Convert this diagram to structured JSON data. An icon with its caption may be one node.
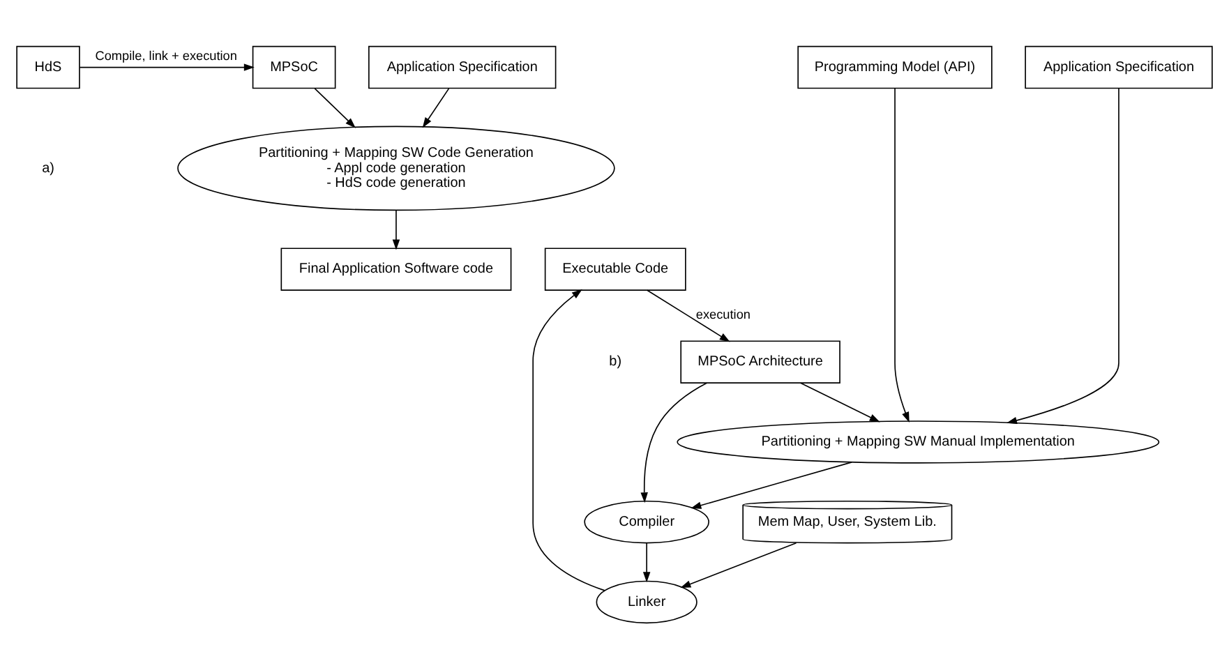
{
  "diagram": {
    "nodes": [
      {
        "text": [
          "Application Specification"
        ]
      },
      {
        "text": [
          "Partitioning + Mapping SW Code Generation",
          "- Appl code generation",
          "- HdS code generation"
        ]
      },
      {
        "text": [
          "Final Application Software code"
        ]
      },
      {
        "text": [
          "HdS"
        ]
      },
      {
        "text": [
          "MPSoC"
        ]
      },
      {
        "text": [
          "Application Specification"
        ]
      },
      {
        "text": [
          "Programming Model (API)"
        ]
      },
      {
        "text": [
          "Partitioning + Mapping SW Manual Implementation"
        ]
      },
      {
        "text": [
          "MPSoC Architecture"
        ]
      },
      {
        "text": [
          "Compiler"
        ]
      },
      {
        "text": [
          "Linker"
        ]
      },
      {
        "text": [
          "Mem Map, User, System Lib."
        ]
      },
      {
        "text": [
          "Executable Code"
        ]
      }
    ],
    "edges": [
      {
        "from": 0,
        "to": 1,
        "arrow": "to"
      },
      {
        "from": 1,
        "to": 2,
        "arrow": "to"
      },
      {
        "from": 3,
        "to": 4,
        "arrow": "to",
        "label": "Compile, link + execution"
      },
      {
        "from": 4,
        "to": 1,
        "arrow": "to"
      },
      {
        "from": 5,
        "to": 7,
        "arrow": "to"
      },
      {
        "from": 6,
        "to": 7,
        "arrow": "to"
      },
      {
        "from": 8,
        "to": 7,
        "arrow": "to"
      },
      {
        "from": 7,
        "to": 9,
        "arrow": "to"
      },
      {
        "from": 8,
        "to": 9,
        "arrow": "to"
      },
      {
        "from": 9,
        "to": 10,
        "arrow": "to"
      },
      {
        "from": 11,
        "to": 10,
        "arrow": "to"
      },
      {
        "from": 10,
        "to": 12,
        "arrow": "to"
      },
      {
        "from": 12,
        "to": 8,
        "arrow": "to",
        "label": "execution"
      }
    ],
    "labels": [
      "a)",
      "b)"
    ]
  }
}
